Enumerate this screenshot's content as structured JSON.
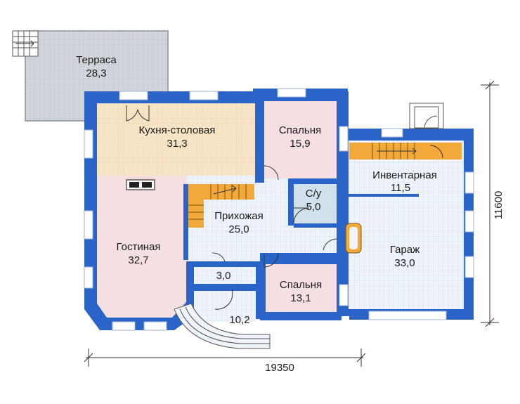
{
  "colors": {
    "wall": "#2a64c8",
    "terrace": "#d2d6dc",
    "kitchen": "#f7e3c6",
    "living": "#f5dfe2",
    "bedroom": "#f5dfe2",
    "tile": "#eef4fa",
    "stairs": "#f2a93a",
    "bathroom": "#d3e1ec"
  },
  "rooms": [
    {
      "id": "terrace",
      "name": "Терраса",
      "area": "28,3"
    },
    {
      "id": "kitchen",
      "name": "Кухня-столовая",
      "area": "31,3"
    },
    {
      "id": "bedroom1",
      "name": "Спальня",
      "area": "15,9"
    },
    {
      "id": "storage",
      "name": "Инвентарная",
      "area": "11,5"
    },
    {
      "id": "bathroom",
      "name": "С/у",
      "area": "5,0"
    },
    {
      "id": "hall",
      "name": "Прихожая",
      "area": "25,0"
    },
    {
      "id": "living",
      "name": "Гостиная",
      "area": "32,7"
    },
    {
      "id": "garage",
      "name": "Гараж",
      "area": "33,0"
    },
    {
      "id": "closet",
      "name": "",
      "area": "3,0"
    },
    {
      "id": "bedroom2",
      "name": "Спальня",
      "area": "13,1"
    },
    {
      "id": "porch",
      "name": "",
      "area": "10,2"
    }
  ],
  "dimensions": {
    "width": "19350",
    "depth": "11600"
  }
}
